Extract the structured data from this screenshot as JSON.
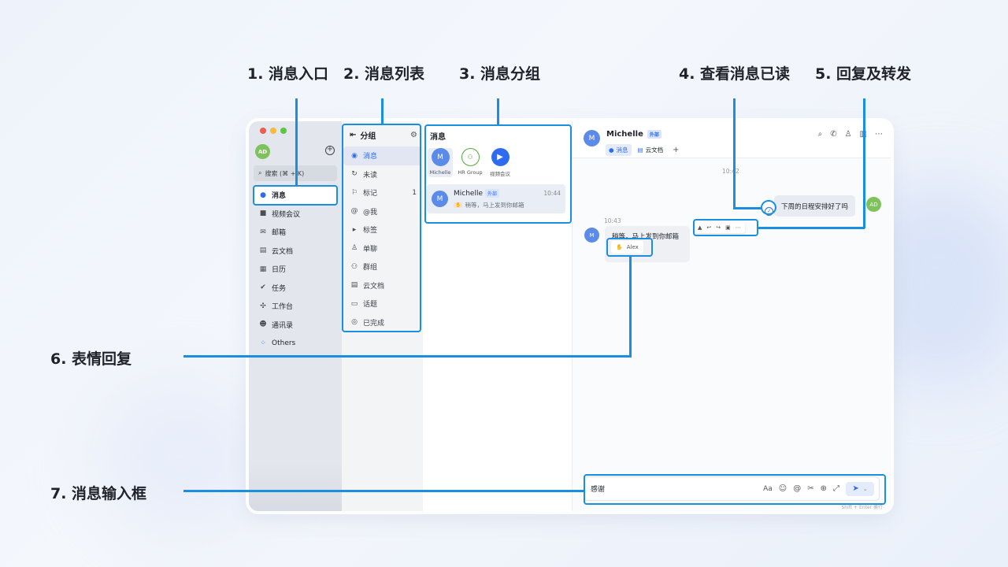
{
  "callouts": {
    "c1": "1. 消息入口",
    "c2": "2. 消息列表",
    "c3": "3. 消息分组",
    "c4": "4. 查看消息已读",
    "c5": "5. 回复及转发",
    "c6": "6. 表情回复",
    "c7": "7. 消息输入框"
  },
  "sidebar": {
    "avatar": "AD",
    "search_placeholder": "搜索 (⌘ + K)",
    "items": [
      {
        "label": "消息",
        "icon": "message-icon"
      },
      {
        "label": "视频会议",
        "icon": "video-icon"
      },
      {
        "label": "邮箱",
        "icon": "mail-icon"
      },
      {
        "label": "云文档",
        "icon": "doc-icon"
      },
      {
        "label": "日历",
        "icon": "calendar-icon"
      },
      {
        "label": "任务",
        "icon": "task-icon"
      },
      {
        "label": "工作台",
        "icon": "workspace-icon"
      },
      {
        "label": "通讯录",
        "icon": "contacts-icon"
      },
      {
        "label": "Others",
        "icon": "others-icon"
      }
    ]
  },
  "filters": {
    "title": "分组",
    "items": [
      {
        "label": "消息",
        "count": ""
      },
      {
        "label": "未读",
        "count": ""
      },
      {
        "label": "标记",
        "count": "1"
      },
      {
        "label": "@我",
        "count": ""
      },
      {
        "label": "标签",
        "count": ""
      },
      {
        "label": "单聊",
        "count": ""
      },
      {
        "label": "群组",
        "count": ""
      },
      {
        "label": "云文档",
        "count": ""
      },
      {
        "label": "话题",
        "count": ""
      },
      {
        "label": "已完成",
        "count": ""
      }
    ]
  },
  "chat_list": {
    "title": "消息",
    "groups": [
      {
        "avatar": "M",
        "label": "Michelle"
      },
      {
        "avatar": "",
        "label": "HR Group"
      },
      {
        "avatar": "",
        "label": "视频会议"
      }
    ],
    "item": {
      "avatar": "M",
      "name": "Michelle",
      "tag": "外部",
      "time": "10:44",
      "preview": "稍等，马上发到你邮箱"
    }
  },
  "conversation": {
    "avatar": "M",
    "name": "Michelle",
    "tag": "外部",
    "tabs": [
      "消息",
      "云文档"
    ],
    "tab_add": "+",
    "time1": "10:42",
    "out_msg": "下周的日程安排好了吗",
    "out_avatar": "AD",
    "time2": "10:43",
    "in_avatar": "M",
    "in_msg": "稍等，马上发到你邮箱",
    "reaction_user": "Alex",
    "input_value": "感谢",
    "shortcut_hint": "Shift + Enter 换行"
  }
}
